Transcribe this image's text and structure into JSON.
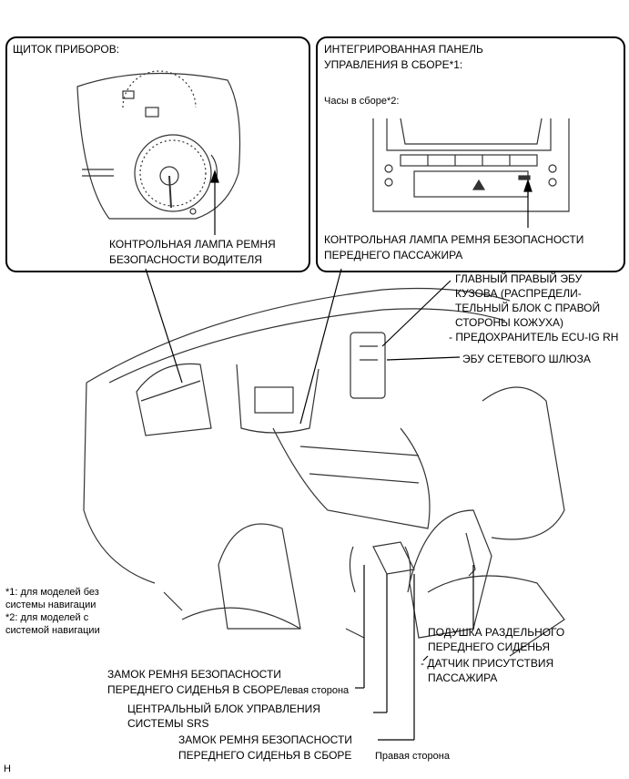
{
  "panels": {
    "instrument": {
      "title": "ЩИТОК ПРИБОРОВ:",
      "lamp_label_1": "КОНТРОЛЬНАЯ ЛАМПА РЕМНЯ",
      "lamp_label_2": "БЕЗОПАСНОСТИ ВОДИТЕЛЯ"
    },
    "integrated": {
      "title_1": "ИНТЕГРИРОВАННАЯ ПАНЕЛЬ",
      "title_2": "УПРАВЛЕНИЯ В СБОРЕ*1:",
      "clock": "Часы в сборе*2:",
      "lamp_label_1": "КОНТРОЛЬНАЯ ЛАМПА РЕМНЯ БЕЗОПАСНОСТИ",
      "lamp_label_2": "ПЕРЕДНЕГО ПАССАЖИРА"
    }
  },
  "callouts": {
    "ecu_body_1": "ГЛАВНЫЙ ПРАВЫЙ ЭБУ",
    "ecu_body_2": "КУЗОВА (РАСПРЕДЕЛИ-",
    "ecu_body_3": "ТЕЛЬНЫЙ БЛОК С ПРАВОЙ",
    "ecu_body_4": "СТОРОНЫ КОЖУХА)",
    "fuse": "- ПРЕДОХРАНИТЕЛЬ ECU-IG RH",
    "gateway": "ЭБУ СЕТЕВОГО ШЛЮЗА",
    "cushion_1": "ПОДУШКА РАЗДЕЛЬНОГО",
    "cushion_2": "ПЕРЕДНЕГО СИДЕНЬЯ",
    "sensor_1": "- ДАТЧИК ПРИСУТСТВИЯ",
    "sensor_2": "ПАССАЖИРА",
    "buckle_left_1": "ЗАМОК РЕМНЯ БЕЗОПАСНОСТИ",
    "buckle_left_2": "ПЕРЕДНЕГО СИДЕНЬЯ В СБОРЕ",
    "buckle_left_side": "Левая сторона",
    "srs_1": "ЦЕНТРАЛЬНЫЙ БЛОК УПРАВЛЕНИЯ",
    "srs_2": "СИСТЕМЫ SRS",
    "buckle_right_1": "ЗАМОК РЕМНЯ БЕЗОПАСНОСТИ",
    "buckle_right_2": "ПЕРЕДНЕГО СИДЕНЬЯ В СБОРЕ",
    "buckle_right_side": "Правая сторона"
  },
  "notes": {
    "n1a": "*1: для моделей без",
    "n1b": "системы навигации",
    "n2a": "*2: для моделей с",
    "n2b": "системой навигации"
  },
  "corner_mark": "H"
}
